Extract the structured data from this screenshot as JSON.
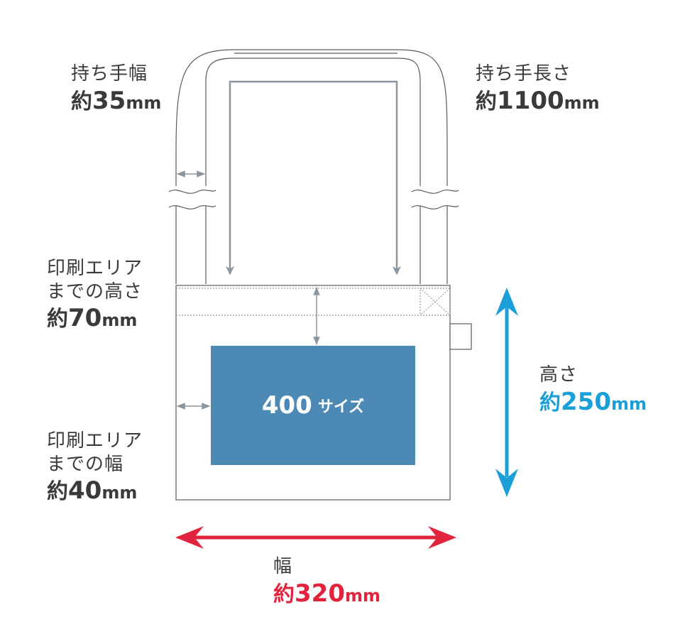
{
  "colors": {
    "outline": "#5a5a5a",
    "dim_gray": "#8a96a0",
    "print_area": "#4d89b5",
    "height_accent": "#1a9fd9",
    "width_accent": "#e2233d"
  },
  "labels": {
    "handle_width": {
      "title": "持ち手幅",
      "prefix": "約",
      "number": "35",
      "unit": "mm"
    },
    "handle_length": {
      "title": "持ち手長さ",
      "prefix": "約",
      "number": "1100",
      "unit": "mm"
    },
    "print_top": {
      "line1": "印刷エリア",
      "line2": "までの高さ",
      "prefix": "約",
      "number": "70",
      "unit": "mm"
    },
    "print_side": {
      "line1": "印刷エリア",
      "line2": "までの幅",
      "prefix": "約",
      "number": "40",
      "unit": "mm"
    },
    "bag_height": {
      "title": "高さ",
      "prefix": "約",
      "number": "250",
      "unit": "mm"
    },
    "bag_width": {
      "title": "幅",
      "prefix": "約",
      "number": "320",
      "unit": "mm"
    }
  },
  "print_area": {
    "size_number": "400",
    "size_suffix": "サイズ"
  },
  "icons": {
    "arrow_gray": "double-arrow-icon",
    "arrow_blue": "vertical-double-arrow-icon",
    "arrow_red": "horizontal-double-arrow-icon",
    "cross_box": "cross-box-icon"
  }
}
